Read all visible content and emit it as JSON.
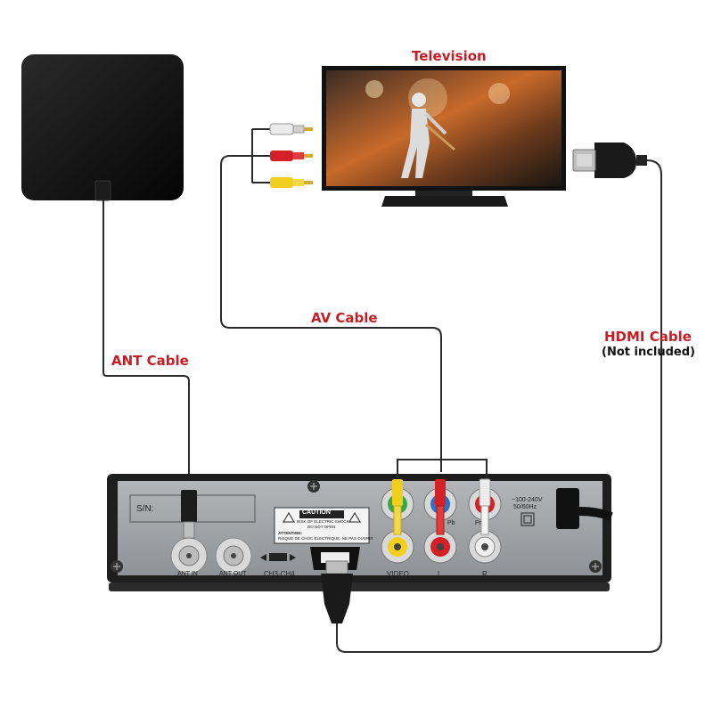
{
  "labels": {
    "television": "Television",
    "av_cable": "AV Cable",
    "ant_cable": "ANT Cable",
    "hdmi_cable": "HDMI Cable",
    "hdmi_note": "(Not included)"
  },
  "device": {
    "serial_label": "S/N:",
    "caution_title": "CAUTION",
    "caution_line1": "RISK OF ELECTRIC SHOCK",
    "caution_line2": "DO NOT OPEN",
    "attention_title": "ATTENTION:",
    "attention_text": "RISQUE DE CHOC ELECTRIQUE, NE PAS OUVRIR",
    "power_spec_1": "~100-240V",
    "power_spec_2": "50/60Hz",
    "ant_in": "ANT IN",
    "ant_out": "ANT OUT",
    "channel_switch": "CH3-CH4",
    "jack_pb": "Pb",
    "jack_pr": "Pr",
    "video": "VIDEO",
    "left": "L",
    "right": "R"
  },
  "colors": {
    "label_red": "#c41e24",
    "rca_yellow": "#f2cf1d",
    "rca_red": "#d42027",
    "rca_white": "#e8e8e8",
    "jack_green": "#3aa64a",
    "jack_blue": "#2f6fc4",
    "panel_gray": "#9c9fa3"
  }
}
